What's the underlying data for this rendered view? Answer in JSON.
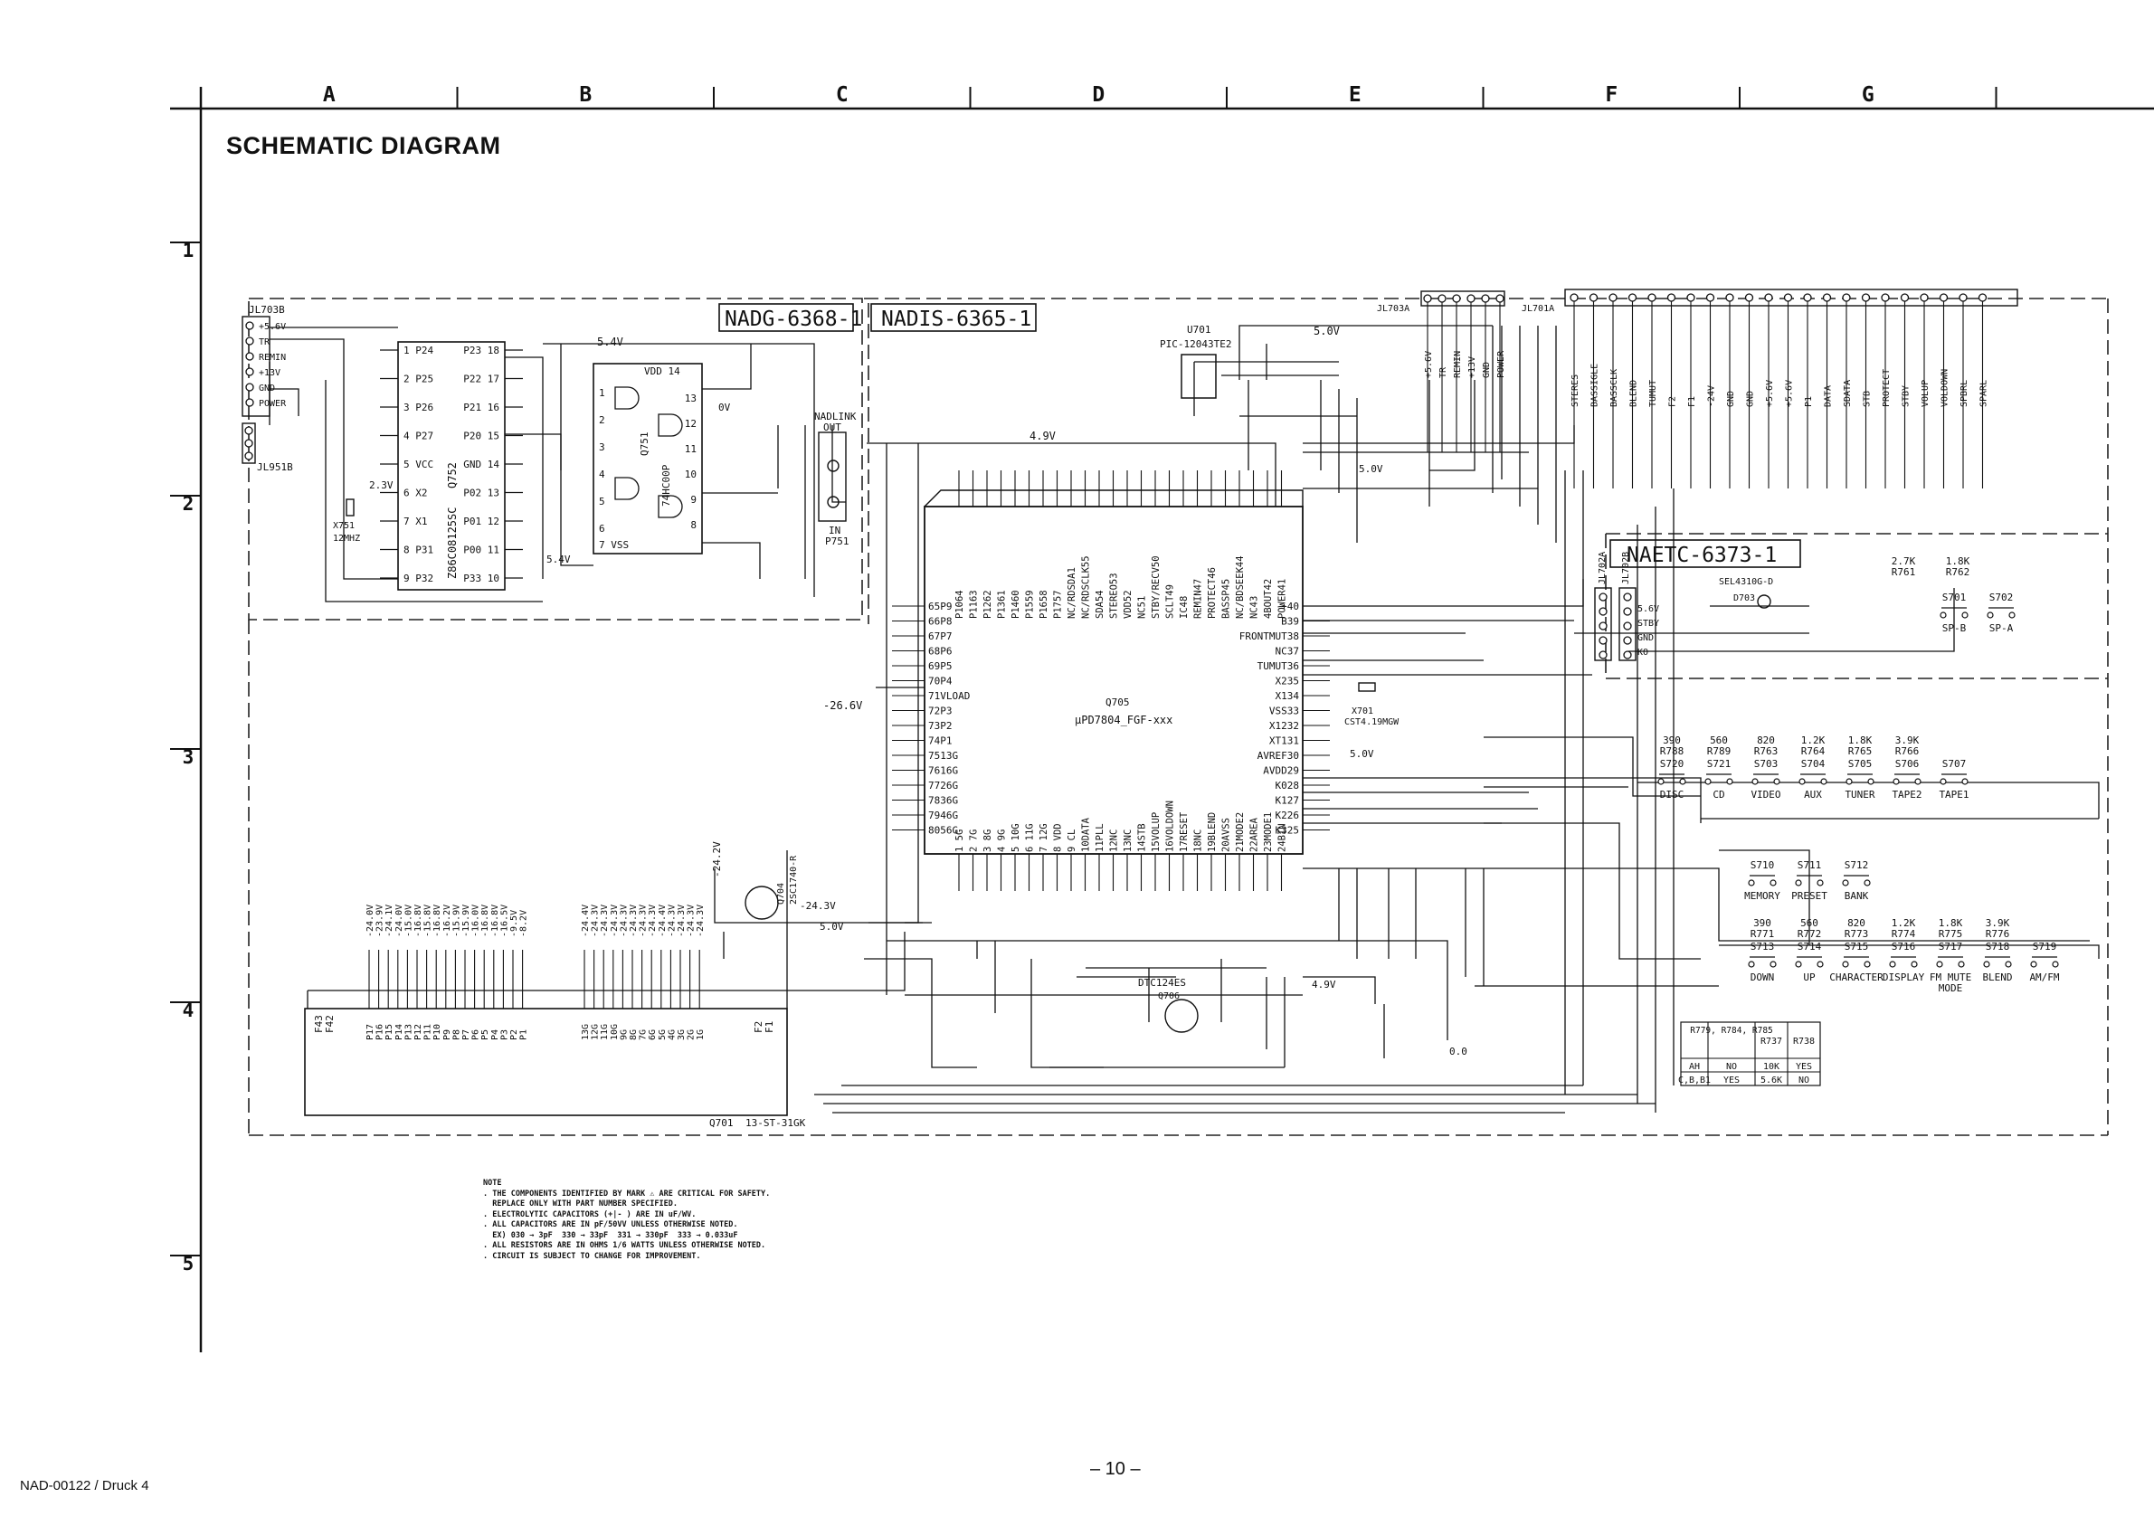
{
  "page": {
    "title": "SCHEMATIC DIAGRAM",
    "doc_id": "NAD-00122 / Druck 4",
    "page_number": "– 10 –"
  },
  "grid": {
    "columns": [
      "A",
      "B",
      "C",
      "D",
      "E",
      "F",
      "G"
    ],
    "rows": [
      "1",
      "2",
      "3",
      "4",
      "5"
    ]
  },
  "blocks": {
    "nadg": "NADG-6368-1",
    "nadis": "NADIS-6365-1",
    "naetc": "NAETC-6373-1"
  },
  "connectors": {
    "jl703b": "JL703B",
    "jl951b": "JL951B",
    "jl703a": "JL703A",
    "jl701a": "JL701A",
    "jl702a": "JL702A",
    "jl702b": "JL702B",
    "jl703b_pins": [
      "+5.6V",
      "TR",
      "REMIN",
      "+13V",
      "GND",
      "POWER"
    ],
    "jl703a_pins": [
      "+5.6V",
      "TR",
      "REMIN",
      "+13V",
      "GND",
      "POWER"
    ],
    "jl701a_pins": [
      "STERES",
      "BASSIGLE",
      "BASSCLK",
      "BLEND",
      "TUMUT",
      "F2",
      "F1",
      "-24V",
      "GND",
      "GND",
      "+5.6V",
      "+5.6V",
      "P1",
      "DATA",
      "SDATA",
      "STB",
      "PROTECT",
      "STBY",
      "VOLUP",
      "VOLDOWN",
      "SPBRL",
      "SPARL"
    ],
    "jl702b_pins": [
      "5.6V",
      "STBY",
      "GND",
      "KO"
    ]
  },
  "ics": {
    "q752": {
      "name": "Q752",
      "part": "Z86C08125SC",
      "left": [
        "1 P24",
        "2 P25",
        "3 P26",
        "4 P27",
        "5 VCC",
        "6 X2",
        "7 X1",
        "8 P31",
        "9 P32"
      ],
      "right": [
        "P23 18",
        "P22 17",
        "P21 16",
        "P20 15",
        "GND 14",
        "P02 13",
        "P01 12",
        "P00 11",
        "P33 10"
      ]
    },
    "q751": {
      "name": "Q751",
      "part": "74HC00P",
      "top": "VDD 14",
      "bottom": "7 VSS",
      "left_pins": [
        "1",
        "2",
        "3",
        "4",
        "5",
        "6"
      ],
      "right_pins": [
        "13",
        "12",
        "11",
        "10",
        "9",
        "8"
      ]
    },
    "q705": {
      "name": "Q705",
      "part": "μPD7804_FGF-xxx"
    },
    "u701": {
      "name": "U701",
      "part": "PIC-12043TE2"
    },
    "q701": {
      "name": "Q701",
      "part": "13-ST-31GK"
    },
    "q704": {
      "name": "Q704",
      "part": "2SC1740-R"
    },
    "q706": {
      "name": "Q706",
      "part": "DTC124ES"
    }
  },
  "q705_pins": {
    "left": [
      "65P9",
      "66P8",
      "67P7",
      "68P6",
      "69P5",
      "70P4",
      "71VLOAD",
      "72P3",
      "73P2",
      "74P1",
      "7513G",
      "7616G",
      "7726G",
      "7836G",
      "7946G",
      "8056G"
    ],
    "top": [
      "P1064",
      "P1163",
      "P1262",
      "P1361",
      "P1460",
      "P1559",
      "P1658",
      "P1757",
      "NC/RDSDA1",
      "NC/RDSCLK55",
      "SDA54",
      "STEREO53",
      "VDD52",
      "NC51",
      "STBY/RECV50",
      "SCLT49",
      "IC48",
      "REMIN47",
      "PROTECT46",
      "BASSP45",
      "NC/BDSEEK44",
      "NC43",
      "4BOUT42",
      "POWER41"
    ],
    "right": [
      "+40",
      "B39",
      "FRONTMUT38",
      "NC37",
      "TUMUT36",
      "X235",
      "X134",
      "VSS33",
      "X1232",
      "XT131",
      "AVREF30",
      "AVDD29",
      "K028",
      "K127",
      "K226",
      "K325"
    ],
    "bottom": [
      "1 5G",
      "2 7G",
      "3 8G",
      "4 9G",
      "5 10G",
      "6 11G",
      "7 12G",
      "8 VDD",
      "9 CL",
      "10DATA",
      "11PLL",
      "12NC",
      "13NC",
      "14STB",
      "15VOLUP",
      "16VOLDOWN",
      "17RESET",
      "18NC",
      "19BLEND",
      "20AVSS",
      "21MODE2",
      "22AREA",
      "23MODE1",
      "24BIN"
    ]
  },
  "labels": {
    "v54": "5.4V",
    "v49": "4.9V",
    "v50": "5.0V",
    "vneg266": "-26.6V",
    "vneg242": "-24.2V",
    "vneg243": "-24.3V",
    "v00": "0.0",
    "v0": "0V",
    "v23": "2.3V",
    "x751": "X751",
    "x751f": "12MHZ",
    "x701": "X701",
    "x701f": "CST4.19MGW",
    "nadlink": "NADLINK",
    "out": "OUT",
    "in": "IN",
    "p751": "P751",
    "sel": "SEL4310G-D",
    "d703": "D703"
  },
  "switches_top": [
    {
      "ref": "S720",
      "res": "R788",
      "val": "390",
      "label": "DISC"
    },
    {
      "ref": "S721",
      "res": "R789",
      "val": "560",
      "label": "CD"
    },
    {
      "ref": "S703",
      "res": "R763",
      "val": "820",
      "label": "VIDEO"
    },
    {
      "ref": "S704",
      "res": "R764",
      "val": "1.2K",
      "label": "AUX"
    },
    {
      "ref": "S705",
      "res": "R765",
      "val": "1.8K",
      "label": "TUNER"
    },
    {
      "ref": "S706",
      "res": "R766",
      "val": "3.9K",
      "label": "TAPE2"
    },
    {
      "ref": "S707",
      "res": "",
      "val": "",
      "label": "TAPE1"
    }
  ],
  "switches_mid": [
    {
      "ref": "S710",
      "label": "MEMORY"
    },
    {
      "ref": "S711",
      "label": "PRESET"
    },
    {
      "ref": "S712",
      "label": "BANK"
    }
  ],
  "switches_bot": [
    {
      "ref": "S713",
      "res": "R771",
      "val": "390",
      "label": "DOWN"
    },
    {
      "ref": "S714",
      "res": "R772",
      "val": "560",
      "label": "UP"
    },
    {
      "ref": "S715",
      "res": "R773",
      "val": "820",
      "label": "CHARACTER"
    },
    {
      "ref": "S716",
      "res": "R774",
      "val": "1.2K",
      "label": "DISPLAY"
    },
    {
      "ref": "S717",
      "res": "R775",
      "val": "1.8K",
      "label": "FM MUTE MODE"
    },
    {
      "ref": "S718",
      "res": "R776",
      "val": "3.9K",
      "label": "BLEND"
    },
    {
      "ref": "S719",
      "res": "",
      "val": "",
      "label": "AM/FM"
    }
  ],
  "switches_sp": [
    {
      "ref": "S701",
      "res": "R761",
      "val": "2.7K",
      "label": "SP-B"
    },
    {
      "ref": "S702",
      "res": "R762",
      "val": "1.8K",
      "label": "SP-A"
    }
  ],
  "variant_table": {
    "header": [
      "",
      "R779, R784, R785",
      "R737",
      "R738"
    ],
    "rows": [
      [
        "AH",
        "NO",
        "10K",
        "YES"
      ],
      [
        "C,B,B1",
        "YES",
        "5.6K",
        "NO"
      ]
    ]
  },
  "vfd": {
    "left_pins": [
      "F43",
      "F42"
    ],
    "right_pins": [
      "F2",
      "F1"
    ],
    "p_pins": [
      "P17",
      "P16",
      "P15",
      "P14",
      "P13",
      "P12",
      "P11",
      "P10",
      "P9",
      "P8",
      "P7",
      "P6",
      "P5",
      "P4",
      "P3",
      "P2",
      "P1"
    ],
    "g_pins": [
      "13G",
      "12G",
      "11G",
      "10G",
      "9G",
      "8G",
      "7G",
      "6G",
      "5G",
      "4G",
      "3G",
      "2G",
      "1G"
    ],
    "left_volts": [
      "-24.0V",
      "-23.9V",
      "-24.1V",
      "-24.0V",
      "-15.0V",
      "-16.8V",
      "-15.8V",
      "-16.8V",
      "-16.2V",
      "-15.9V",
      "-15.9V",
      "-16.0V",
      "-16.8V",
      "-16.8V",
      "-16.5V",
      "-9.5V",
      "-8.2V"
    ],
    "right_volts": [
      "-24.4V",
      "-24.3V",
      "-24.3V",
      "-24.3V",
      "-24.3V",
      "-24.3V",
      "-24.3V",
      "-24.3V",
      "-24.4V",
      "-24.3V",
      "-24.3V",
      "-24.3V",
      "-24.3V"
    ]
  },
  "note": {
    "heading": "NOTE",
    "lines": [
      ". THE COMPONENTS IDENTIFIED BY MARK ⚠ ARE CRITICAL FOR SAFETY.",
      "  REPLACE ONLY WITH PART NUMBER SPECIFIED.",
      ". ELECTROLYTIC CAPACITORS (+|- ) ARE IN uF/WV.",
      ". ALL CAPACITORS ARE IN pF/50VV UNLESS OTHERWISE NOTED.",
      "  EX) 030 → 3pF  330 → 33pF  331 → 330pF  333 → 0.033uF",
      ". ALL RESISTORS ARE IN OHMS 1/6 WATTS UNLESS OTHERWISE NOTED.",
      ". CIRCUIT IS SUBJECT TO CHANGE FOR IMPROVEMENT."
    ]
  }
}
